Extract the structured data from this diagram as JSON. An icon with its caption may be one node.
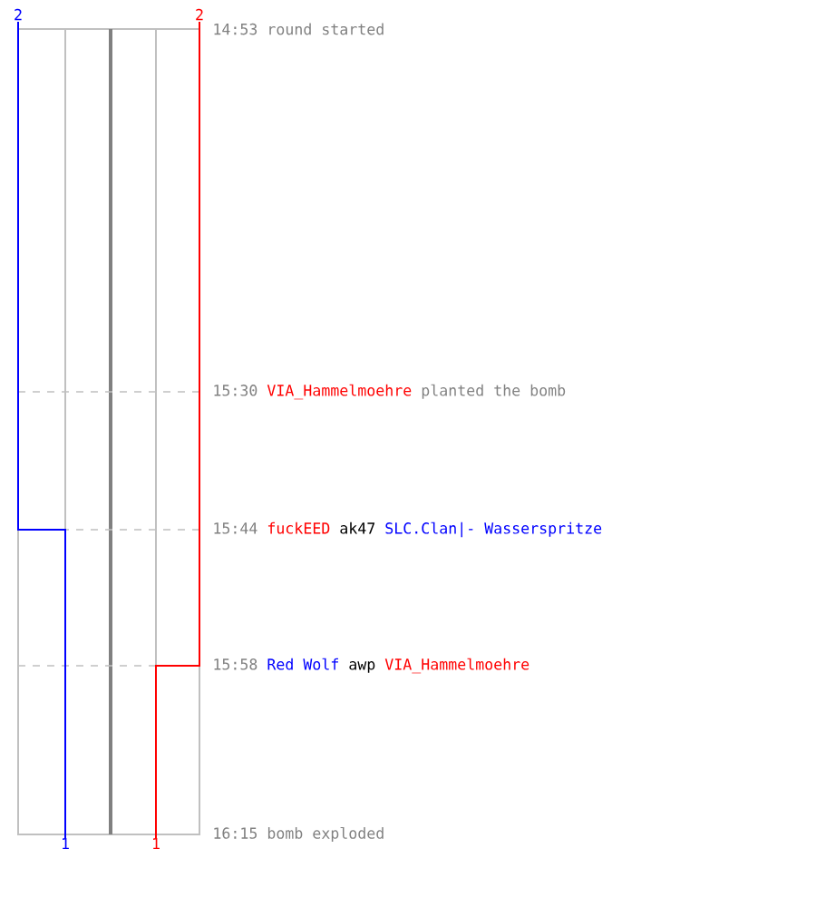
{
  "diagram": {
    "nodes": [
      {
        "text": [
          "14:53",
          "round started"
        ]
      },
      {
        "text": [
          "15:30",
          "VIA_Hammelmoehre",
          "planted the bomb"
        ]
      },
      {
        "text": [
          "15:44",
          "fuckEED",
          "ak47",
          "SLC.Clan|- Wasserspritze"
        ]
      },
      {
        "text": [
          "15:58",
          "Red Wolf",
          "awp",
          "VIA_Hammelmoehre"
        ]
      },
      {
        "text": [
          "16:15",
          "bomb exploded"
        ]
      }
    ],
    "labels": [
      "2",
      "2",
      "1",
      "1"
    ]
  }
}
